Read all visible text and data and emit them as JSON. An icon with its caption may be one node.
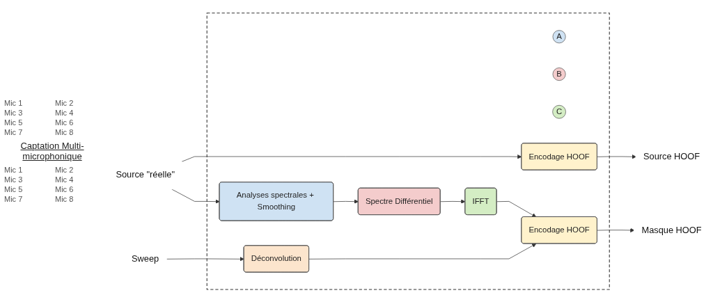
{
  "diagram": {
    "nodes": [
      {
        "text": [],
        "shape": "box"
      },
      {
        "text": [
          "Source \"réelle\""
        ]
      },
      {
        "text": [
          "Sweep"
        ]
      },
      {
        "text": [
          "Analyses spectrales + Smoothing"
        ],
        "in": 0
      },
      {
        "text": [
          "Spectre Différentiel"
        ],
        "in": 0
      },
      {
        "text": [
          "IFFT"
        ],
        "in": 0
      },
      {
        "text": [
          "Encodage HOOF"
        ],
        "in": 0
      },
      {
        "text": [
          "Déconvolution"
        ],
        "in": 0
      },
      {
        "text": [
          "Encodage HOOF"
        ],
        "in": 0
      },
      {
        "text": [
          "A"
        ],
        "in": 0
      },
      {
        "text": [
          "B"
        ],
        "in": 0
      },
      {
        "text": [
          "C"
        ],
        "in": 0
      },
      {
        "text": [
          "Source HOOF"
        ]
      },
      {
        "text": [
          "Masque HOOF"
        ]
      }
    ],
    "edges": [
      {
        "from": 1,
        "to": 6,
        "arrow": "to"
      },
      {
        "from": 1,
        "to": 3,
        "arrow": "to"
      },
      {
        "from": 3,
        "to": 4,
        "arrow": "to"
      },
      {
        "from": 4,
        "to": 5,
        "arrow": "to"
      },
      {
        "from": 5,
        "to": 8,
        "arrow": "to"
      },
      {
        "from": 2,
        "to": 7,
        "arrow": "to"
      },
      {
        "from": 7,
        "to": 8,
        "arrow": "to"
      },
      {
        "from": 6,
        "to": 12,
        "arrow": "to"
      },
      {
        "from": 8,
        "to": 13,
        "arrow": "to"
      }
    ],
    "labels": [
      "Mic 1",
      "Mic 2",
      "Mic 3",
      "Mic 4",
      "Mic 5",
      "Mic 6",
      "Mic 7",
      "Mic 8",
      "Captation Multi-microphonique",
      "Mic 1",
      "Mic 2",
      "Mic 3",
      "Mic 4",
      "Mic 5",
      "Mic 6",
      "Mic 7",
      "Mic 8"
    ]
  }
}
